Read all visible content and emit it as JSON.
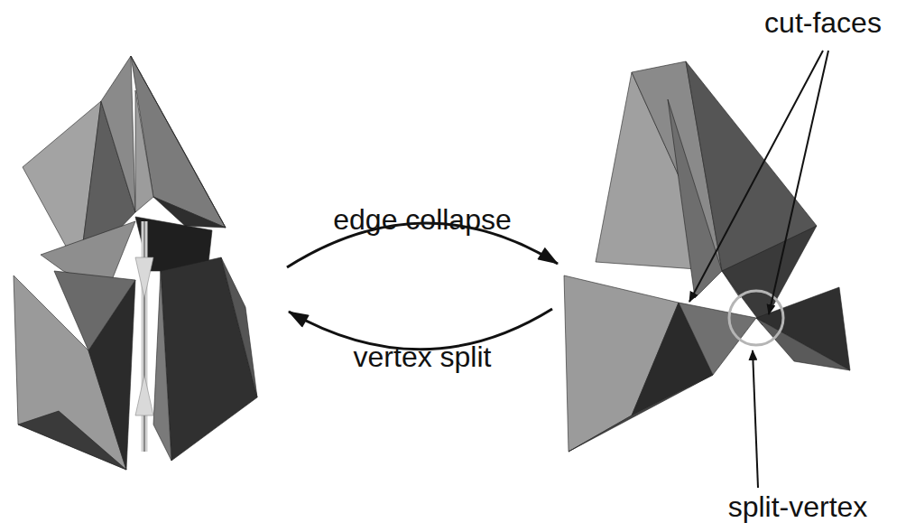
{
  "diagram": {
    "labels": [
      "edge collapse",
      "vertex split",
      "cut-faces",
      "split-vertex"
    ]
  }
}
